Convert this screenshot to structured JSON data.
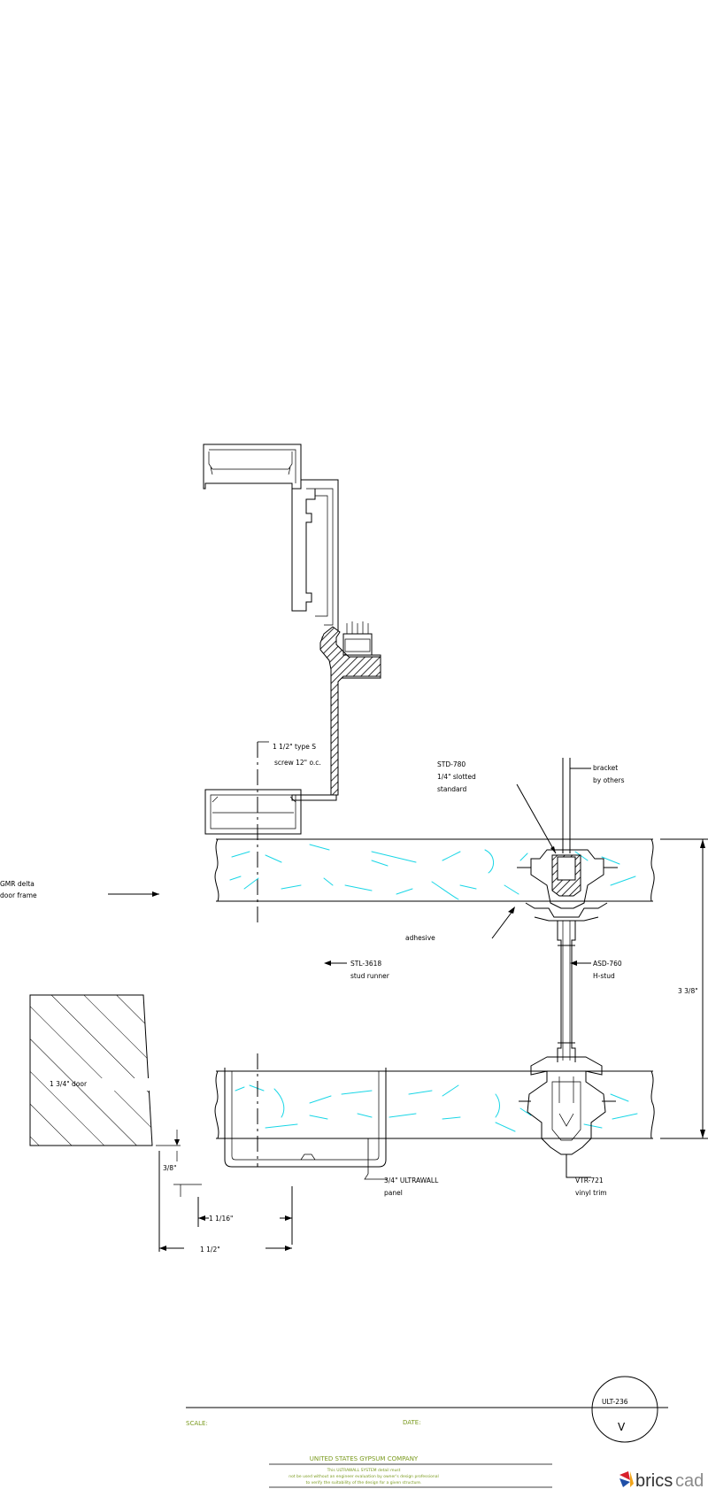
{
  "labels": {
    "gmr_line1": "GMR delta",
    "gmr_line2": "door frame",
    "screw_line1": "1 1/2\" type S",
    "screw_line2": "screw 12\" o.c.",
    "std_line1": "STD-780",
    "std_line2": "1/4\" slotted",
    "std_line3": "standard",
    "bracket_line1": "bracket",
    "bracket_line2": "by others",
    "adhesive": "adhesive",
    "stl_line1": "STL-3618",
    "stl_line2": "stud runner",
    "asd_line1": "ASD-760",
    "asd_line2": "H-stud",
    "dim_338": "3 3/8\"",
    "door": "1 3/4\" door",
    "dim_38": "3/8\"",
    "ultrawall_line1": "3/4\" ULTRAWALL",
    "ultrawall_line2": "panel",
    "vtr_line1": "VTR-721",
    "vtr_line2": "vinyl trim",
    "dim_1116": "1 1/16\"",
    "dim_112": "1 1/2\""
  },
  "title_block": {
    "detail_id": "ULT-236",
    "sheet_letter": "V",
    "scale_label": "SCALE:",
    "date_label": "DATE:",
    "company": "UNITED STATES GYPSUM COMPANY",
    "note_line1": "This ULTRAWALL SYSTEM detail must",
    "note_line2": "not be used without an engineer evaluation by owner's design professional",
    "note_line3": "to verify the suitability of the design for a given structure."
  },
  "brand": {
    "name_prefix": "brics",
    "name_suffix": "cad"
  },
  "colors": {
    "line": "#000000",
    "texture": "#19d6e6",
    "title_block_text": "#7a9a1e",
    "brand_red": "#d8202c",
    "brand_blue": "#1f4fa8"
  }
}
